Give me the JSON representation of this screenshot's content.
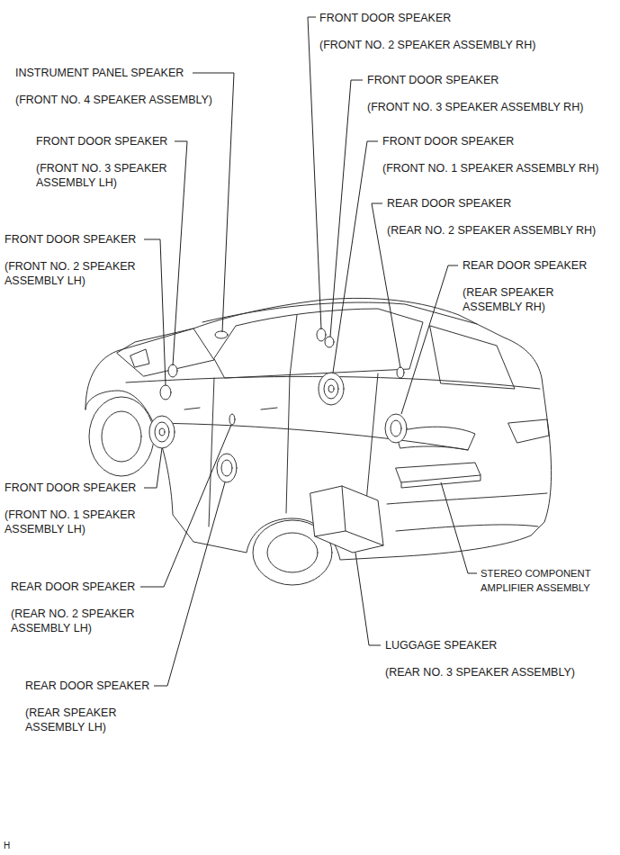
{
  "diagram": {
    "labels": [
      "FRONT DOOR SPEAKER",
      "(FRONT NO. 2 SPEAKER ASSEMBLY RH)",
      "INSTRUMENT PANEL SPEAKER",
      "(FRONT NO. 4 SPEAKER ASSEMBLY)",
      "FRONT DOOR SPEAKER",
      "(FRONT NO. 3 SPEAKER ASSEMBLY RH)",
      "FRONT DOOR SPEAKER",
      "(FRONT NO. 3 SPEAKER ASSEMBLY LH)",
      "FRONT DOOR SPEAKER",
      "(FRONT NO. 1 SPEAKER ASSEMBLY RH)",
      "REAR DOOR SPEAKER",
      "(REAR NO. 2 SPEAKER ASSEMBLY RH)",
      "FRONT DOOR SPEAKER",
      "(FRONT NO. 2 SPEAKER ASSEMBLY LH)",
      "REAR DOOR SPEAKER",
      "(REAR SPEAKER ASSEMBLY RH)",
      "FRONT DOOR SPEAKER",
      "(FRONT NO. 1 SPEAKER ASSEMBLY LH)",
      "STEREO COMPONENT AMPLIFIER ASSEMBLY",
      "REAR DOOR SPEAKER",
      "(REAR NO. 2 SPEAKER ASSEMBLY LH)",
      "LUGGAGE SPEAKER",
      "(REAR NO. 3 SPEAKER ASSEMBLY)",
      "REAR DOOR SPEAKER",
      "(REAR SPEAKER ASSEMBLY LH)",
      "H"
    ]
  }
}
